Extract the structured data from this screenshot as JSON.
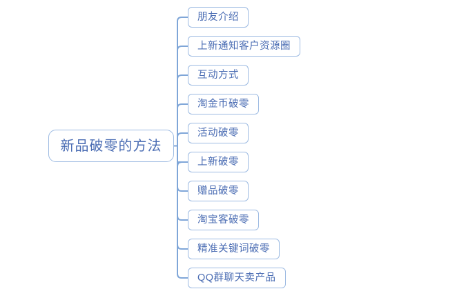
{
  "diagram": {
    "type": "mind-map",
    "orientation": "horizontal-right",
    "background_color": "#ffffff",
    "node_border_color": "#9cbae2",
    "node_text_color": "#4a6cb3",
    "connector_color": "#7fa6d8",
    "root": {
      "label": "新品破零的方法"
    },
    "branches": [
      {
        "label": "朋友介绍"
      },
      {
        "label": "上新通知客户资源圈"
      },
      {
        "label": "互动方式"
      },
      {
        "label": "淘金币破零"
      },
      {
        "label": "活动破零"
      },
      {
        "label": "上新破零"
      },
      {
        "label": "赠品破零"
      },
      {
        "label": "淘宝客破零"
      },
      {
        "label": "精准关键词破零"
      },
      {
        "label": "QQ群聊天卖产品"
      }
    ]
  }
}
